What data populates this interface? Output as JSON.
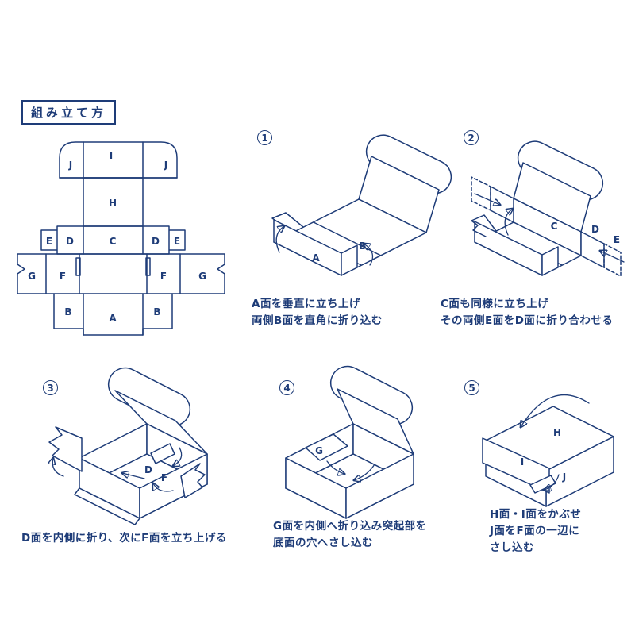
{
  "title": "組み立て方",
  "ink_color": "#1e3c78",
  "flat_template": {
    "labels": {
      "j_left": "J",
      "i_top": "I",
      "j_right": "J",
      "h": "H",
      "e_left": "E",
      "d_left": "D",
      "c": "C",
      "d_right": "D",
      "e_right": "E",
      "g_left": "G",
      "f_left": "F",
      "f_right": "F",
      "g_right": "G",
      "b_left": "B",
      "a": "A",
      "b_right": "B"
    }
  },
  "steps": [
    {
      "number": "1",
      "caption": "A面を垂直に立ち上げ\n両側B面を直角に折り込む",
      "labels": {
        "a": "A",
        "b": "B"
      }
    },
    {
      "number": "2",
      "caption": "C面も同様に立ち上げ\nその両側E面をD面に折り合わせる",
      "labels": {
        "c": "C",
        "d": "D",
        "e": "E"
      }
    },
    {
      "number": "3",
      "caption": "D面を内側に折り、次にF面を立ち上げる",
      "labels": {
        "d": "D",
        "f": "F"
      }
    },
    {
      "number": "4",
      "caption": "G面を内側へ折り込み突起部を\n底面の穴へさし込む",
      "labels": {
        "g": "G"
      }
    },
    {
      "number": "5",
      "caption": "H面・I面をかぶせ\nJ面をF面の一辺に\nさし込む",
      "labels": {
        "h": "H",
        "i": "I",
        "j": "J"
      }
    }
  ]
}
